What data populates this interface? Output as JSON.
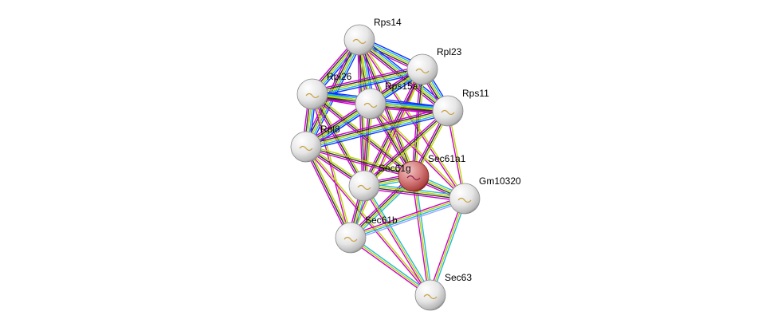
{
  "network": {
    "colors": {
      "experiments": "#cc00cc",
      "textmining": "#b8d800",
      "coexpression": "#333333",
      "database": "#20b8d8",
      "cooccurrence": "#1030ff",
      "neighborhood": "#20c020",
      "homology": "#a0a0ff",
      "highlight": "#d04848"
    },
    "nodes": [
      {
        "id": "Rps14",
        "label": "Rps14"
      },
      {
        "id": "Rpl23",
        "label": "Rpl23"
      },
      {
        "id": "Rpl26",
        "label": "Rpl26"
      },
      {
        "id": "Rps15a",
        "label": "Rps15a"
      },
      {
        "id": "Rps11",
        "label": "Rps11"
      },
      {
        "id": "Rpl8",
        "label": "Rpl8"
      },
      {
        "id": "Sec61a1",
        "label": "Sec61a1",
        "query": true
      },
      {
        "id": "Sec61g",
        "label": "Sec61g"
      },
      {
        "id": "Gm10320",
        "label": "Gm10320"
      },
      {
        "id": "Sec61b",
        "label": "Sec61b"
      },
      {
        "id": "Sec63",
        "label": "Sec63"
      }
    ],
    "edges": [
      [
        "Rps14",
        "Rpl23",
        [
          "cooccurrence",
          "database",
          "textmining",
          "coexpression",
          "experiments"
        ]
      ],
      [
        "Rps14",
        "Rpl26",
        [
          "cooccurrence",
          "database",
          "textmining",
          "coexpression",
          "experiments"
        ]
      ],
      [
        "Rps14",
        "Rps15a",
        [
          "cooccurrence",
          "database",
          "textmining",
          "coexpression",
          "experiments"
        ]
      ],
      [
        "Rps14",
        "Rps11",
        [
          "cooccurrence",
          "database",
          "textmining",
          "coexpression",
          "experiments"
        ]
      ],
      [
        "Rps14",
        "Rpl8",
        [
          "cooccurrence",
          "database",
          "textmining",
          "coexpression",
          "experiments"
        ]
      ],
      [
        "Rps14",
        "Sec61a1",
        [
          "textmining",
          "coexpression",
          "experiments"
        ]
      ],
      [
        "Rps14",
        "Sec61g",
        [
          "textmining",
          "coexpression",
          "experiments"
        ]
      ],
      [
        "Rps14",
        "Gm10320",
        [
          "textmining",
          "experiments"
        ]
      ],
      [
        "Rpl23",
        "Rpl26",
        [
          "cooccurrence",
          "database",
          "textmining",
          "coexpression",
          "experiments"
        ]
      ],
      [
        "Rpl23",
        "Rps15a",
        [
          "cooccurrence",
          "database",
          "textmining",
          "coexpression",
          "experiments"
        ]
      ],
      [
        "Rpl23",
        "Rps11",
        [
          "cooccurrence",
          "database",
          "textmining",
          "coexpression",
          "experiments"
        ]
      ],
      [
        "Rpl23",
        "Rpl8",
        [
          "cooccurrence",
          "database",
          "textmining",
          "coexpression",
          "experiments"
        ]
      ],
      [
        "Rpl23",
        "Sec61a1",
        [
          "textmining",
          "coexpression",
          "experiments"
        ]
      ],
      [
        "Rpl23",
        "Sec61g",
        [
          "textmining",
          "coexpression",
          "experiments"
        ]
      ],
      [
        "Rpl23",
        "Sec61b",
        [
          "textmining",
          "experiments"
        ]
      ],
      [
        "Rpl26",
        "Rps15a",
        [
          "cooccurrence",
          "database",
          "textmining",
          "coexpression",
          "experiments"
        ]
      ],
      [
        "Rpl26",
        "Rps11",
        [
          "cooccurrence",
          "database",
          "textmining",
          "coexpression",
          "experiments"
        ]
      ],
      [
        "Rpl26",
        "Rpl8",
        [
          "cooccurrence",
          "database",
          "textmining",
          "coexpression",
          "experiments"
        ]
      ],
      [
        "Rpl26",
        "Sec61a1",
        [
          "textmining",
          "coexpression",
          "experiments"
        ]
      ],
      [
        "Rpl26",
        "Sec61g",
        [
          "textmining",
          "coexpression",
          "experiments"
        ]
      ],
      [
        "Rpl26",
        "Sec61b",
        [
          "textmining",
          "experiments"
        ]
      ],
      [
        "Rps15a",
        "Rps11",
        [
          "cooccurrence",
          "database",
          "textmining",
          "coexpression",
          "experiments"
        ]
      ],
      [
        "Rps15a",
        "Rpl8",
        [
          "cooccurrence",
          "database",
          "textmining",
          "coexpression",
          "experiments"
        ]
      ],
      [
        "Rps15a",
        "Sec61a1",
        [
          "textmining",
          "coexpression",
          "experiments"
        ]
      ],
      [
        "Rps15a",
        "Sec61g",
        [
          "textmining",
          "coexpression",
          "experiments"
        ]
      ],
      [
        "Rps15a",
        "Gm10320",
        [
          "textmining",
          "experiments"
        ]
      ],
      [
        "Rps11",
        "Rpl8",
        [
          "cooccurrence",
          "database",
          "textmining",
          "coexpression",
          "experiments"
        ]
      ],
      [
        "Rps11",
        "Sec61a1",
        [
          "textmining",
          "coexpression",
          "experiments"
        ]
      ],
      [
        "Rps11",
        "Sec61g",
        [
          "textmining",
          "coexpression",
          "experiments"
        ]
      ],
      [
        "Rps11",
        "Gm10320",
        [
          "textmining",
          "experiments"
        ]
      ],
      [
        "Rpl8",
        "Sec61a1",
        [
          "textmining",
          "coexpression",
          "experiments"
        ]
      ],
      [
        "Rpl8",
        "Sec61g",
        [
          "textmining",
          "coexpression",
          "experiments"
        ]
      ],
      [
        "Rpl8",
        "Sec61b",
        [
          "textmining",
          "coexpression",
          "experiments"
        ]
      ],
      [
        "Rpl8",
        "Sec63",
        [
          "textmining",
          "experiments"
        ]
      ],
      [
        "Sec61a1",
        "Sec61g",
        [
          "database",
          "textmining",
          "coexpression",
          "experiments"
        ]
      ],
      [
        "Sec61a1",
        "Gm10320",
        [
          "database",
          "textmining",
          "coexpression",
          "experiments"
        ]
      ],
      [
        "Sec61a1",
        "Sec61b",
        [
          "database",
          "textmining",
          "coexpression",
          "experiments"
        ]
      ],
      [
        "Sec61a1",
        "Sec63",
        [
          "database",
          "textmining",
          "experiments"
        ]
      ],
      [
        "Sec61g",
        "Gm10320",
        [
          "database",
          "textmining",
          "coexpression",
          "experiments"
        ]
      ],
      [
        "Sec61g",
        "Sec61b",
        [
          "database",
          "textmining",
          "coexpression",
          "experiments"
        ]
      ],
      [
        "Sec61g",
        "Sec63",
        [
          "database",
          "textmining",
          "experiments"
        ]
      ],
      [
        "Gm10320",
        "Sec61b",
        [
          "homology",
          "database",
          "textmining",
          "experiments"
        ]
      ],
      [
        "Gm10320",
        "Sec63",
        [
          "database",
          "textmining",
          "experiments"
        ]
      ],
      [
        "Sec61b",
        "Sec63",
        [
          "database",
          "textmining",
          "experiments"
        ]
      ]
    ]
  }
}
